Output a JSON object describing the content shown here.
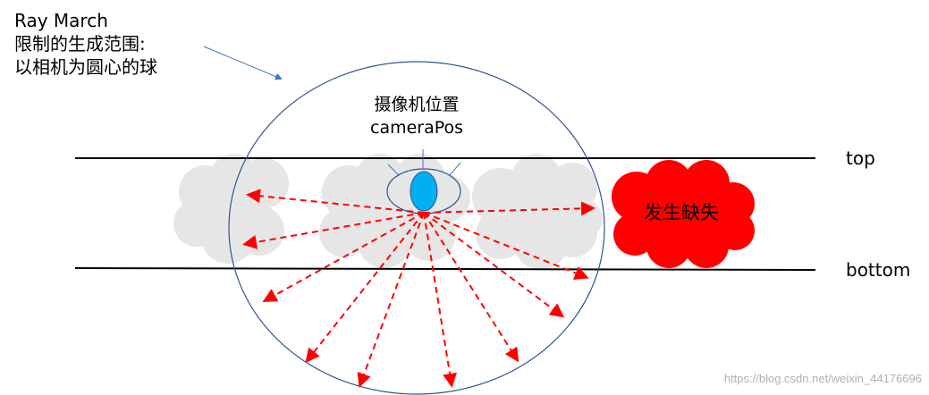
{
  "note": {
    "line1": "Ray March",
    "line2": "限制的生成范围:",
    "line3": "以相机为圆心的球"
  },
  "camera": {
    "line1": "摄像机位置",
    "line2": "cameraPos"
  },
  "layer_labels": {
    "top": "top",
    "bottom": "bottom"
  },
  "missing_label": "发生缺失",
  "watermark": "https://blog.csdn.net/weixin_44176696",
  "colors": {
    "sphere": "#2f5597",
    "cloud": "#e6e6e6",
    "missing_cloud": "#ff0000",
    "ray": "#ff0000",
    "eye": "#00b0f0"
  }
}
